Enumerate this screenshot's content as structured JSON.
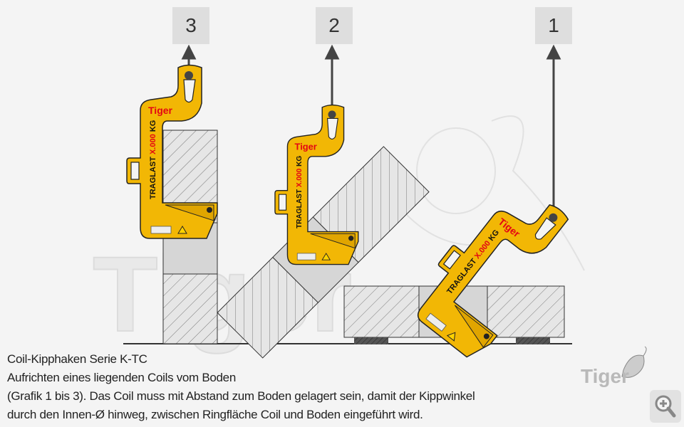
{
  "steps": [
    {
      "number": "3"
    },
    {
      "number": "2"
    },
    {
      "number": "1"
    }
  ],
  "hook": {
    "brand": "Tiger",
    "capacity_label": "TRAGLAST",
    "capacity_value": "X.000",
    "capacity_unit": "KG"
  },
  "watermark": "Tiger",
  "caption": {
    "title": "Coil-Kipphaken Serie K-TC",
    "subtitle": "Aufrichten eines liegenden Coils vom Boden",
    "line3": "(Grafik 1 bis 3). Das Coil muss mit Abstand zum Boden gelagert sein, damit der Kippwinkel",
    "line4": "durch den Innen-Ø hinweg, zwischen Ringfläche Coil und Boden eingeführt wird."
  },
  "logo": {
    "text": "Tiger"
  },
  "colors": {
    "hook": "#f2b705",
    "brand_red": "#e30613",
    "label_bg": "#dedede"
  }
}
